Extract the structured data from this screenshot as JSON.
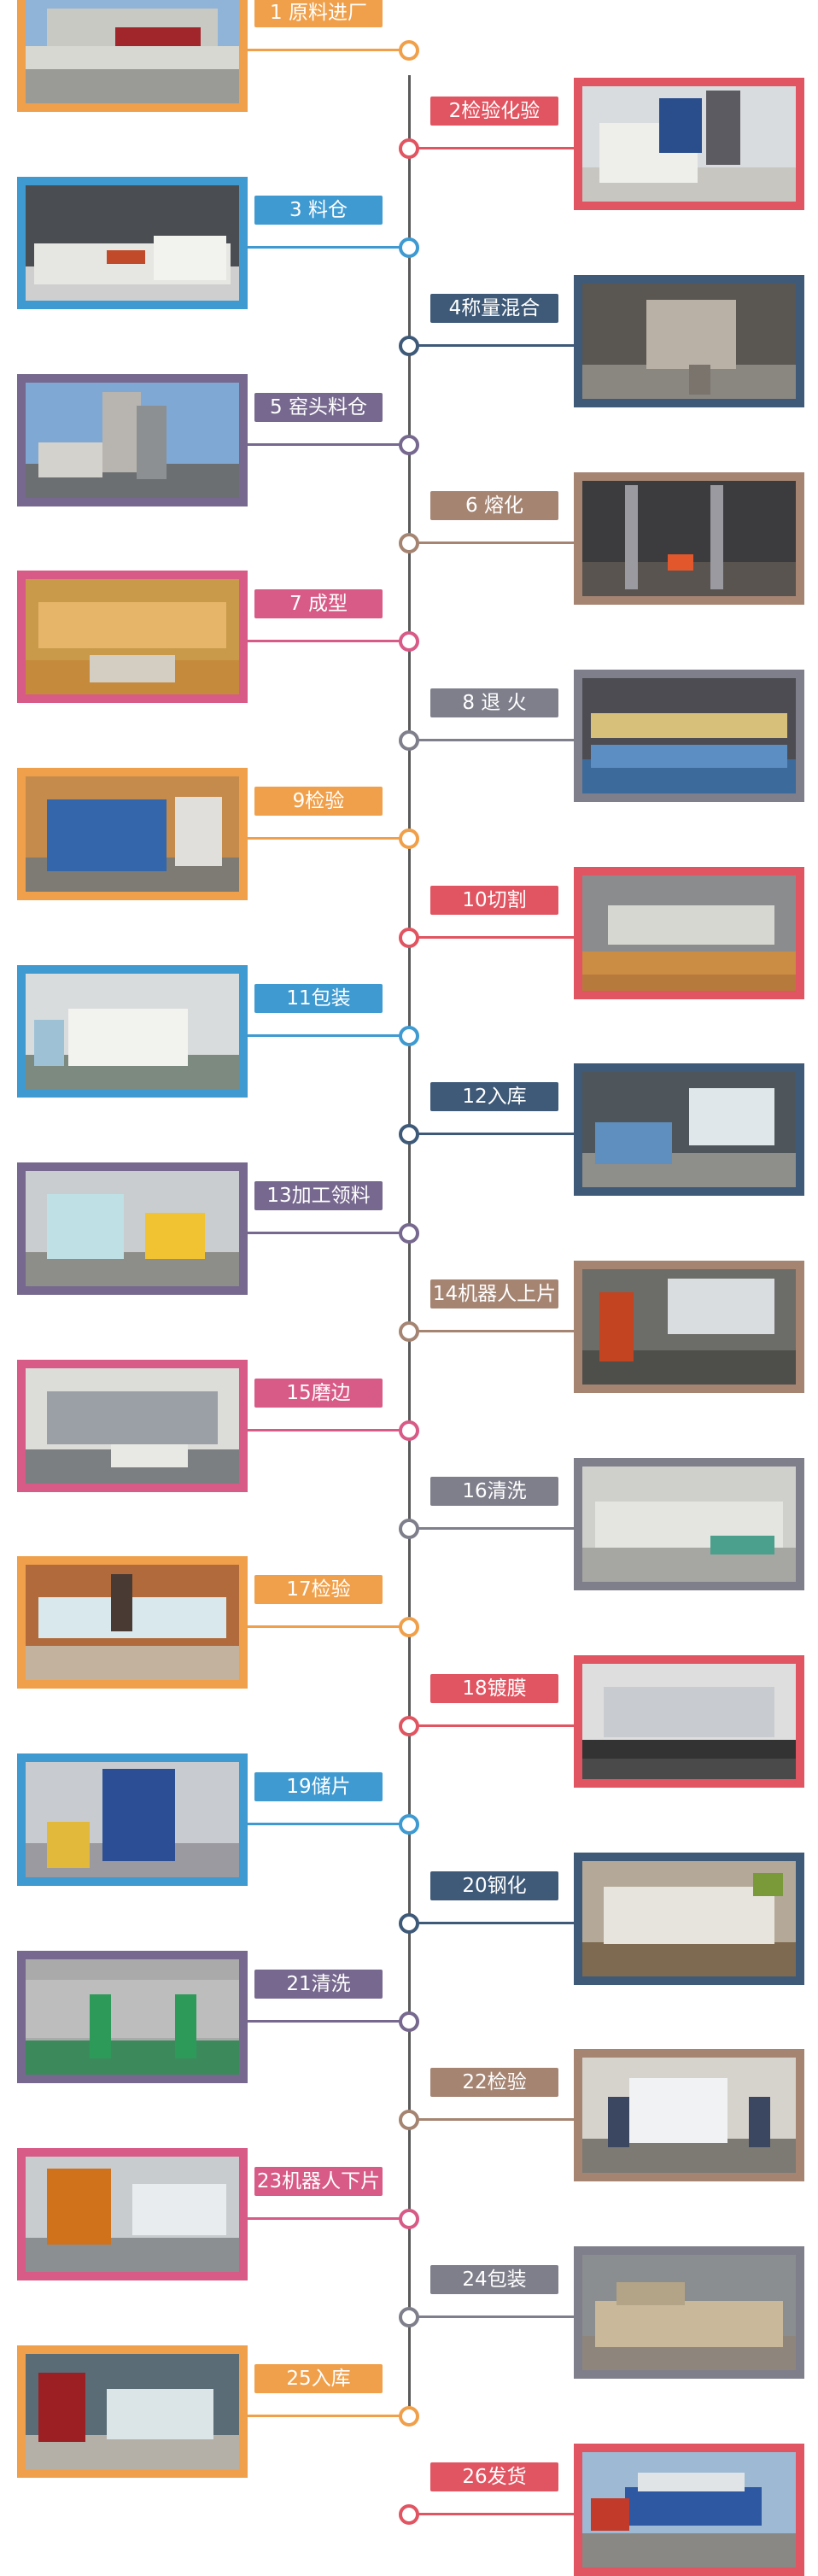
{
  "colors": {
    "orange": "#f0a04b",
    "red": "#e05561",
    "blue": "#3e9ad1",
    "navy": "#3e5a78",
    "purple": "#76688e",
    "brown": "#a58472",
    "pink": "#d85a86",
    "gray": "#7f7f8c",
    "axis": "#5a5a5a"
  },
  "steps": [
    {
      "label": "1 原料进厂",
      "side": "left",
      "color": "orange",
      "scene": "truck"
    },
    {
      "label": "2检验化验",
      "side": "right",
      "color": "red",
      "scene": "lab"
    },
    {
      "label": "3 料仓",
      "side": "left",
      "color": "blue",
      "scene": "warehouse"
    },
    {
      "label": "4称量混合",
      "side": "right",
      "color": "navy",
      "scene": "mixer"
    },
    {
      "label": "5 窑头料仓",
      "side": "left",
      "color": "purple",
      "scene": "silo"
    },
    {
      "label": "6 熔化",
      "side": "right",
      "color": "brown",
      "scene": "furnace"
    },
    {
      "label": "7 成型",
      "side": "left",
      "color": "pink",
      "scene": "forming"
    },
    {
      "label": "8 退 火",
      "side": "right",
      "color": "gray",
      "scene": "annealing"
    },
    {
      "label": "9检验",
      "side": "left",
      "color": "orange",
      "scene": "booth"
    },
    {
      "label": "10切割",
      "side": "right",
      "color": "red",
      "scene": "rollers"
    },
    {
      "label": "11包装",
      "side": "left",
      "color": "blue",
      "scene": "packing"
    },
    {
      "label": "12入库",
      "side": "right",
      "color": "navy",
      "scene": "storage"
    },
    {
      "label": "13加工领料",
      "side": "left",
      "color": "purple",
      "scene": "forklift"
    },
    {
      "label": "14机器人上片",
      "side": "right",
      "color": "brown",
      "scene": "robot"
    },
    {
      "label": "15磨边",
      "side": "left",
      "color": "pink",
      "scene": "grinding"
    },
    {
      "label": "16清洗",
      "side": "right",
      "color": "gray",
      "scene": "washer"
    },
    {
      "label": "17检验",
      "side": "left",
      "color": "orange",
      "scene": "inspection"
    },
    {
      "label": "18镀膜",
      "side": "right",
      "color": "red",
      "scene": "coating"
    },
    {
      "label": "19储片",
      "side": "left",
      "color": "blue",
      "scene": "racks"
    },
    {
      "label": "20钢化",
      "side": "right",
      "color": "navy",
      "scene": "tempering"
    },
    {
      "label": "21清洗",
      "side": "left",
      "color": "purple",
      "scene": "conveyor"
    },
    {
      "label": "22检验",
      "side": "right",
      "color": "brown",
      "scene": "workers"
    },
    {
      "label": "23机器人下片",
      "side": "left",
      "color": "pink",
      "scene": "robotarm"
    },
    {
      "label": "24包装",
      "side": "right",
      "color": "gray",
      "scene": "crates"
    },
    {
      "label": "25入库",
      "side": "left",
      "color": "orange",
      "scene": "warehouse2"
    },
    {
      "label": "26发货",
      "side": "right",
      "color": "red",
      "scene": "shipping"
    }
  ]
}
